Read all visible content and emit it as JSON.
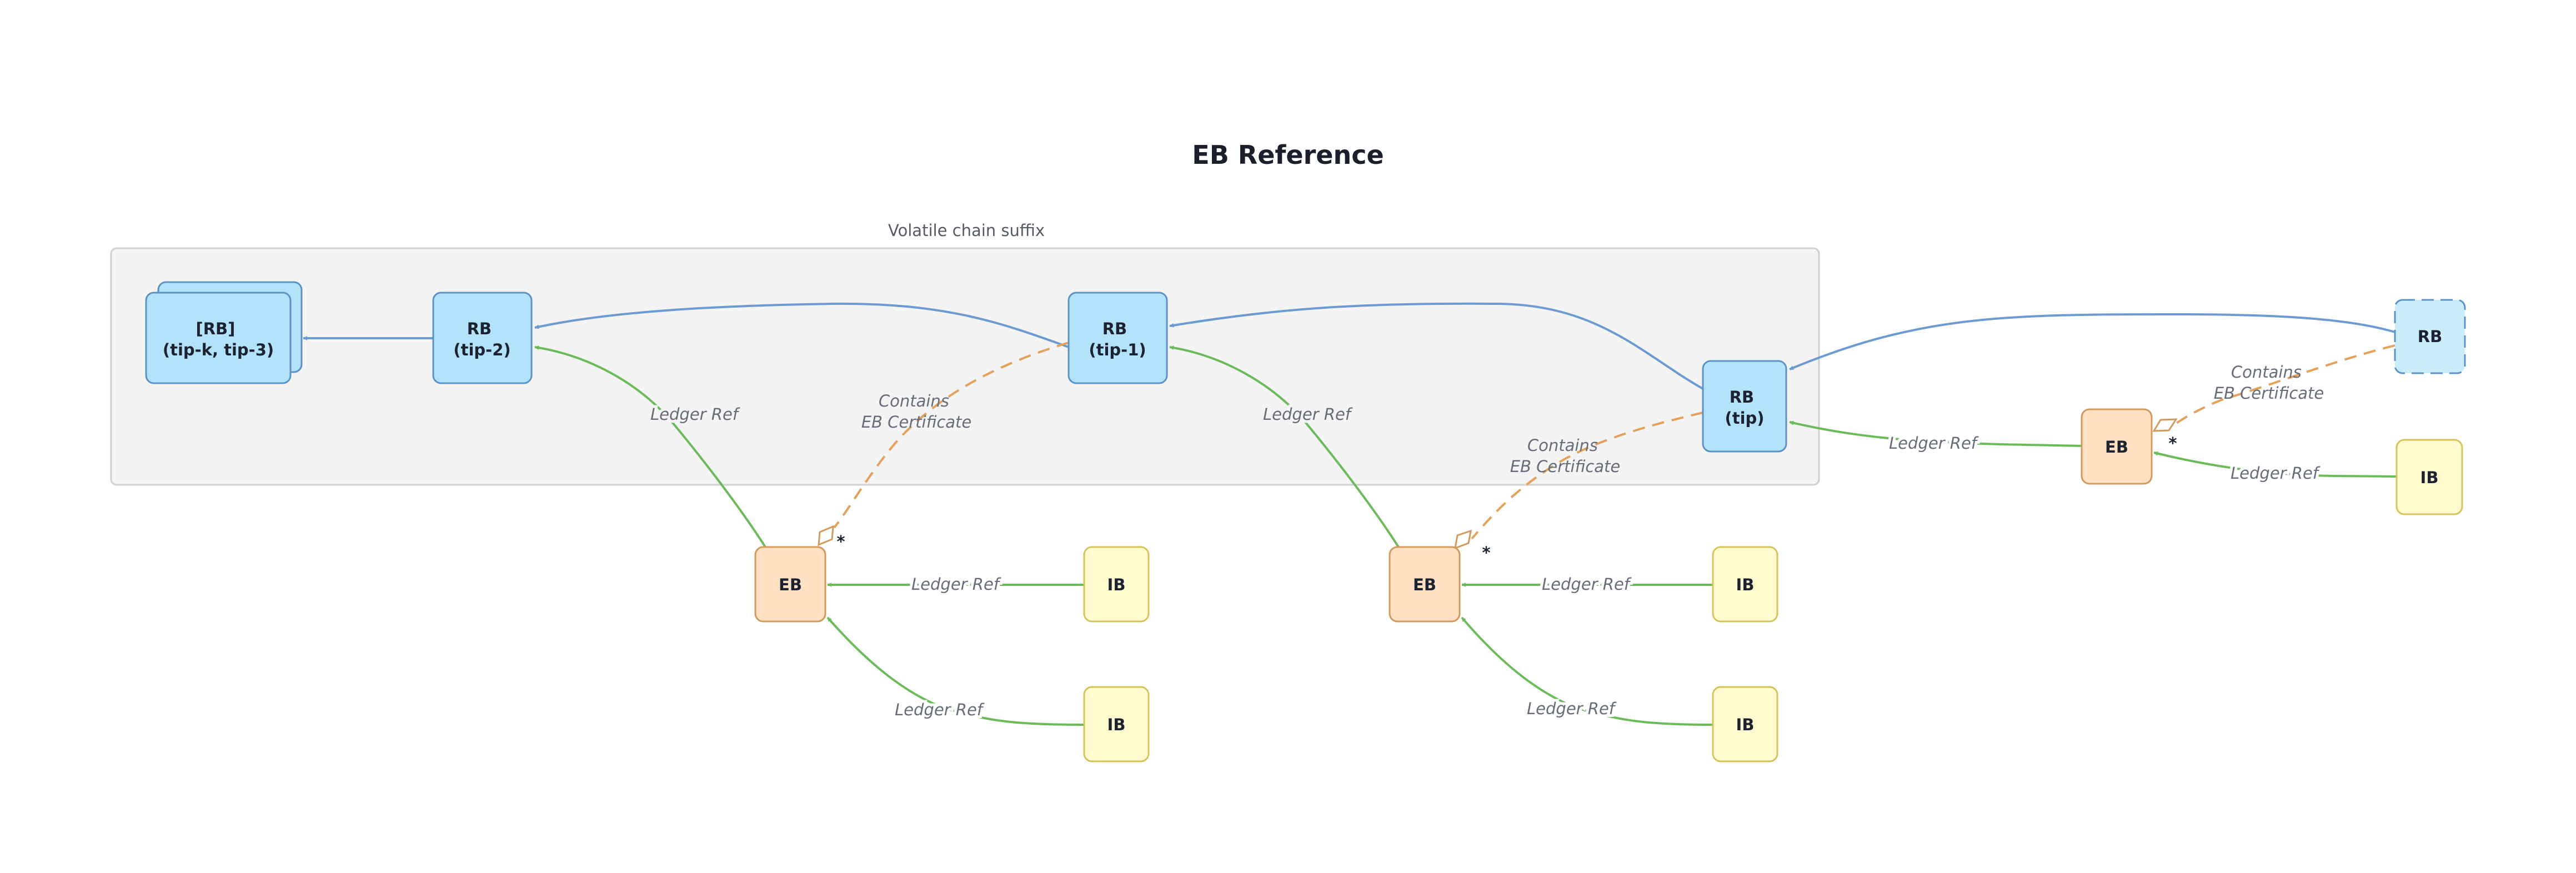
{
  "title": "EB Reference",
  "group": {
    "label": "Volatile chain suffix"
  },
  "nodes": {
    "rb_stack": {
      "line1": "[RB]",
      "line2": "(tip-k, tip-3)"
    },
    "rb_tip2": {
      "line1": "RB",
      "line2": "(tip-2)"
    },
    "rb_tip1": {
      "line1": "RB",
      "line2": "(tip-1)"
    },
    "rb_tip": {
      "line1": "RB",
      "line2": "(tip)"
    },
    "rb_future": {
      "line1": "RB"
    },
    "eb_left": {
      "line1": "EB"
    },
    "eb_mid": {
      "line1": "EB"
    },
    "eb_right": {
      "line1": "EB"
    },
    "ib_left_top": {
      "line1": "IB"
    },
    "ib_left_bottom": {
      "line1": "IB"
    },
    "ib_mid_top": {
      "line1": "IB"
    },
    "ib_mid_bottom": {
      "line1": "IB"
    },
    "ib_right": {
      "line1": "IB"
    }
  },
  "edges": {
    "ledger_ref": "Ledger Ref",
    "contains_line1": "Contains",
    "contains_line2": "EB Certificate",
    "multiplicity": "*"
  },
  "colors": {
    "rb_fill": "#b3e3fb",
    "rb_stroke": "#5b93c6",
    "eb_fill": "#ffe0c2",
    "eb_stroke": "#d29a5c",
    "ib_fill": "#fffbcf",
    "ib_stroke": "#d6c45b",
    "chain_edge": "#6c9bd1",
    "ledger_edge": "#6cbb5a",
    "cert_edge": "#e3a15b",
    "group_fill": "#f4f4f4",
    "group_stroke": "#cfcfcf"
  }
}
